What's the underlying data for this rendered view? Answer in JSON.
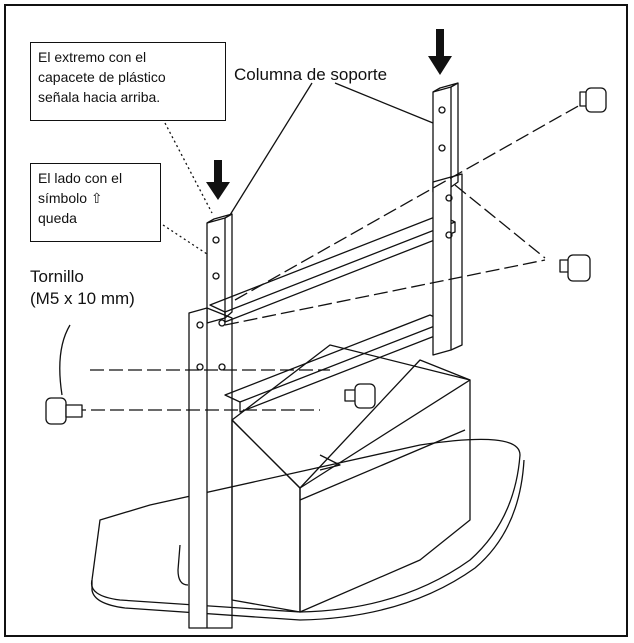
{
  "callouts": {
    "plastic_cap": "El extremo con el\ncapacete de plástico\nseñala hacia arriba.",
    "arrow_side": "El lado con el\nsímbolo ⇧\nqueda"
  },
  "labels": {
    "support_column": "Columna de soporte",
    "screw": "Tornillo\n(M5 x 10 mm)"
  },
  "icons": [
    "down-arrow-icon",
    "down-arrow-icon",
    "screw-icon",
    "screw-icon",
    "screw-icon",
    "screw-icon"
  ]
}
